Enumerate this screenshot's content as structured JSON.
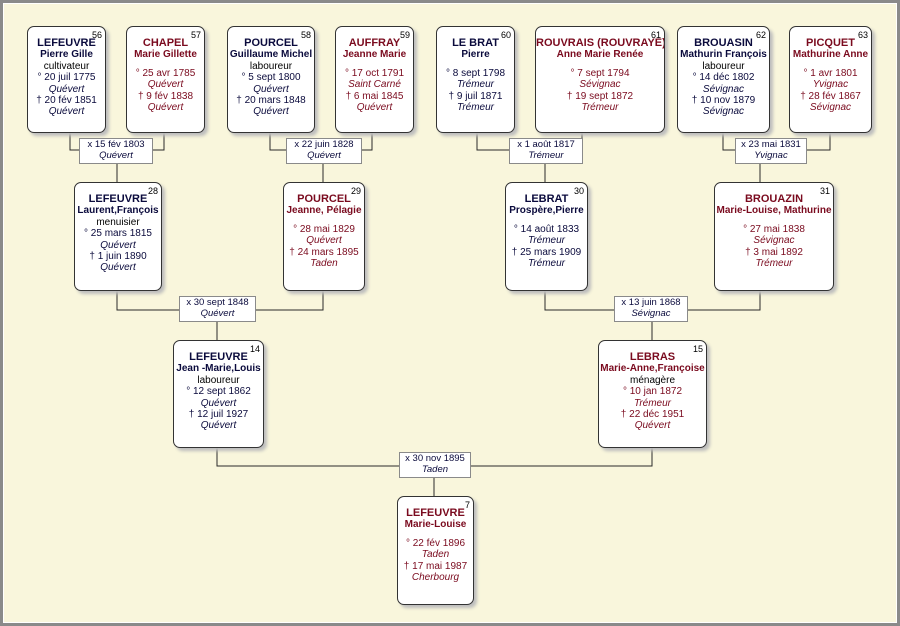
{
  "persons": {
    "p56": {
      "num": "56",
      "sex": "male",
      "surname": "LEFEUVRE",
      "given": "Pierre Gille",
      "occupation": "cultivateur",
      "birth": "° 20 juil 1775",
      "birth_place": "Quévert",
      "death": "† 20 fév 1851",
      "death_place": "Quévert"
    },
    "p57": {
      "num": "57",
      "sex": "female",
      "surname": "CHAPEL",
      "given": "Marie Gillette",
      "occupation": "",
      "birth": "° 25 avr 1785",
      "birth_place": "Quévert",
      "death": "† 9 fév 1838",
      "death_place": "Quévert"
    },
    "p58": {
      "num": "58",
      "sex": "male",
      "surname": "POURCEL",
      "given": "Guillaume Michel",
      "occupation": "laboureur",
      "birth": "° 5 sept 1800",
      "birth_place": "Quévert",
      "death": "† 20 mars 1848",
      "death_place": "Quévert"
    },
    "p59": {
      "num": "59",
      "sex": "female",
      "surname": "AUFFRAY",
      "given": "Jeanne Marie",
      "occupation": "",
      "birth": "° 17 oct 1791",
      "birth_place": "Saint Carné",
      "death": "† 6 mai 1845",
      "death_place": "Quévert"
    },
    "p60": {
      "num": "60",
      "sex": "male",
      "surname": "LE BRAT",
      "given": "Pierre",
      "occupation": "",
      "birth": "° 8 sept 1798",
      "birth_place": "Trémeur",
      "death": "† 9 juil 1871",
      "death_place": "Trémeur"
    },
    "p61": {
      "num": "61",
      "sex": "female",
      "surname": "ROUVRAIS (ROUVRAYE)",
      "given": "Anne Marie Renée",
      "occupation": "",
      "birth": "° 7 sept 1794",
      "birth_place": "Sévignac",
      "death": "† 19 sept 1872",
      "death_place": "Trémeur"
    },
    "p62": {
      "num": "62",
      "sex": "male",
      "surname": "BROUASIN",
      "given": "Mathurin François",
      "occupation": "laboureur",
      "birth": "° 14 déc 1802",
      "birth_place": "Sévignac",
      "death": "† 10 nov 1879",
      "death_place": "Sévignac"
    },
    "p63": {
      "num": "63",
      "sex": "female",
      "surname": "PICQUET",
      "given": "Mathurine Anne",
      "occupation": "",
      "birth": "° 1 avr 1801",
      "birth_place": "Yvignac",
      "death": "† 28 fév 1867",
      "death_place": "Sévignac"
    },
    "p28": {
      "num": "28",
      "sex": "male",
      "surname": "LEFEUVRE",
      "given": "Laurent,François",
      "occupation": "menuisier",
      "birth": "° 25 mars 1815",
      "birth_place": "Quévert",
      "death": "† 1 juin 1890",
      "death_place": "Quévert"
    },
    "p29": {
      "num": "29",
      "sex": "female",
      "surname": "POURCEL",
      "given": "Jeanne, Pélagie",
      "occupation": "",
      "birth": "° 28 mai 1829",
      "birth_place": "Quévert",
      "death": "† 24 mars 1895",
      "death_place": "Taden"
    },
    "p30": {
      "num": "30",
      "sex": "male",
      "surname": "LEBRAT",
      "given": "Prospère,Pierre",
      "occupation": "",
      "birth": "° 14 août 1833",
      "birth_place": "Trémeur",
      "death": "† 25 mars 1909",
      "death_place": "Trémeur"
    },
    "p31": {
      "num": "31",
      "sex": "female",
      "surname": "BROUAZIN",
      "given": "Marie-Louise, Mathurine",
      "occupation": "",
      "birth": "° 27 mai 1838",
      "birth_place": "Sévignac",
      "death": "† 3 mai 1892",
      "death_place": "Trémeur"
    },
    "p14": {
      "num": "14",
      "sex": "male",
      "surname": "LEFEUVRE",
      "given": "Jean -Marie,Louis",
      "occupation": "laboureur",
      "birth": "° 12 sept 1862",
      "birth_place": "Quévert",
      "death": "† 12 juil 1927",
      "death_place": "Quévert"
    },
    "p15": {
      "num": "15",
      "sex": "female",
      "surname": "LEBRAS",
      "given": "Marie-Anne,Françoise",
      "occupation": "ménagère",
      "birth": "° 10 jan 1872",
      "birth_place": "Trémeur",
      "death": "† 22 déc 1951",
      "death_place": "Quévert"
    },
    "p7": {
      "num": "7",
      "sex": "female",
      "surname": "LEFEUVRE",
      "given": "Marie-Louise",
      "occupation": "",
      "birth": "° 22 fév 1896",
      "birth_place": "Taden",
      "death": "† 17 mai 1987",
      "death_place": "Cherbourg"
    }
  },
  "marriages": {
    "m56": {
      "date": "x 15 fév 1803",
      "place": "Quévert"
    },
    "m58": {
      "date": "x 22 juin 1828",
      "place": "Quévert"
    },
    "m60": {
      "date": "x 1 août 1817",
      "place": "Trémeur"
    },
    "m62": {
      "date": "x 23 mai 1831",
      "place": "Yvignac"
    },
    "m28": {
      "date": "x 30 sept 1848",
      "place": "Quévert"
    },
    "m30": {
      "date": "x 13 juin 1868",
      "place": "Sévignac"
    },
    "m14": {
      "date": "x 30 nov 1895",
      "place": "Taden"
    }
  },
  "colors": {
    "background": "#fbf8df",
    "male": "#0a0a3c",
    "female": "#7a0a1e",
    "lines": "#2a2a2a"
  }
}
